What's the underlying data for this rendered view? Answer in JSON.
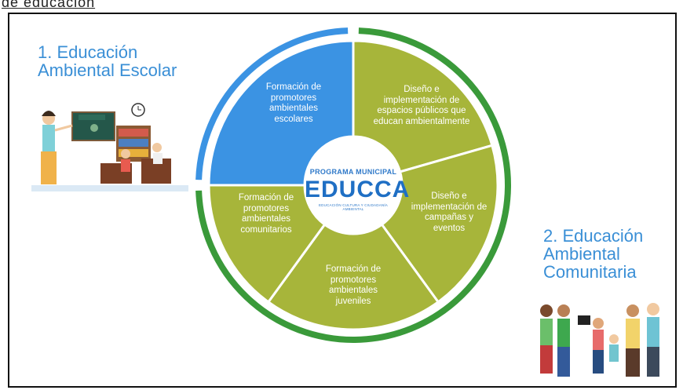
{
  "header": {
    "fragment": "de educación"
  },
  "pillars": {
    "school": {
      "title": "1. Educación Ambiental Escolar"
    },
    "community": {
      "title": "2. Educación Ambiental Comunitaria"
    }
  },
  "wheel": {
    "center": {
      "program": "PROGRAMA MUNICIPAL",
      "name": "EDUCCA",
      "tagline": "EDUCACIÓN CULTURA Y CIUDADANÍA AMBIENTAL"
    },
    "segments": [
      {
        "label": "Formación de promotores ambientales escolares",
        "color": "#3b93e3"
      },
      {
        "label": "Diseño e implementación de espacios públicos que educan ambientalmente",
        "color": "#a7b53a"
      },
      {
        "label": "Diseño e implementación de campañas y eventos",
        "color": "#a7b53a"
      },
      {
        "label": "Formación de promotores ambientales juveniles",
        "color": "#a7b53a"
      },
      {
        "label": "Formación de promotores ambientales comunitarios",
        "color": "#a7b53a"
      }
    ],
    "ring_colors": {
      "school": "#3b93e3",
      "community": "#3a9a3a"
    }
  },
  "colors": {
    "title_blue": "#3a8fd6",
    "frame": "#111111"
  }
}
